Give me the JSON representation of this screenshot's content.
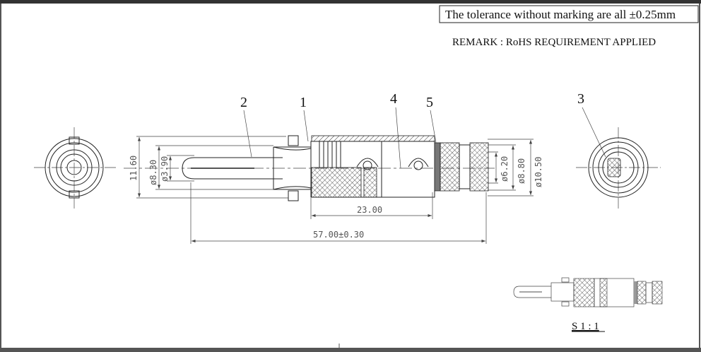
{
  "header": {
    "tolerance_note": "The tolerance without marking are all ±0.25mm",
    "remark": "REMARK : RoHS REQUIREMENT APPLIED"
  },
  "callouts": [
    "1",
    "2",
    "3",
    "4",
    "5"
  ],
  "dimensions": {
    "overall_height": "11.60",
    "dia_outer": "ø8.30",
    "dia_pin": "ø3.90",
    "body_length": "23.00",
    "total_length": "57.00±0.30",
    "dia_6_20": "ø6.20",
    "dia_8_80": "ø8.80",
    "dia_10_50": "ø10.50"
  },
  "scale_label": "S 1 : 1"
}
